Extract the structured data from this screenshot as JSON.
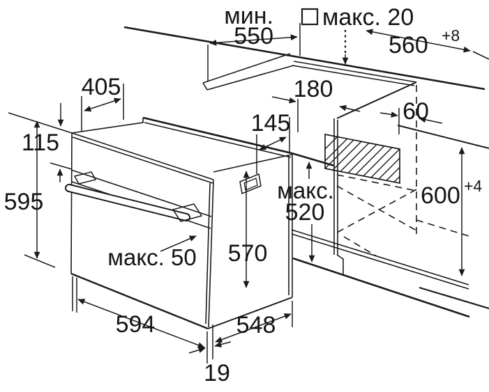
{
  "diagram": {
    "kind": "oven-installation-dimensions",
    "colors": {
      "line": "#1a1a1a",
      "background": "#ffffff"
    },
    "icons": {
      "square_symbol": "niche-outline-square",
      "hatch_area": "vent-cutout-hatching"
    },
    "labels": {
      "min_prefix": "мин.",
      "worktop_depth": "550",
      "overhang_max": "макс. 20",
      "niche_width": "560",
      "niche_width_tol": "+8",
      "oven_top_depth": "405",
      "control_panel_height": "115",
      "oven_height": "595",
      "dim_180": "180",
      "dim_145": "145",
      "dim_60": "60",
      "niche_height": "600",
      "niche_height_tol": "+4",
      "niche_depth_prefix": "макс.",
      "niche_depth": "520",
      "oven_body_depth": "570",
      "door_projection_max": "макс. 50",
      "oven_width": "594",
      "oven_side_depth": "548",
      "door_offset": "19"
    }
  }
}
